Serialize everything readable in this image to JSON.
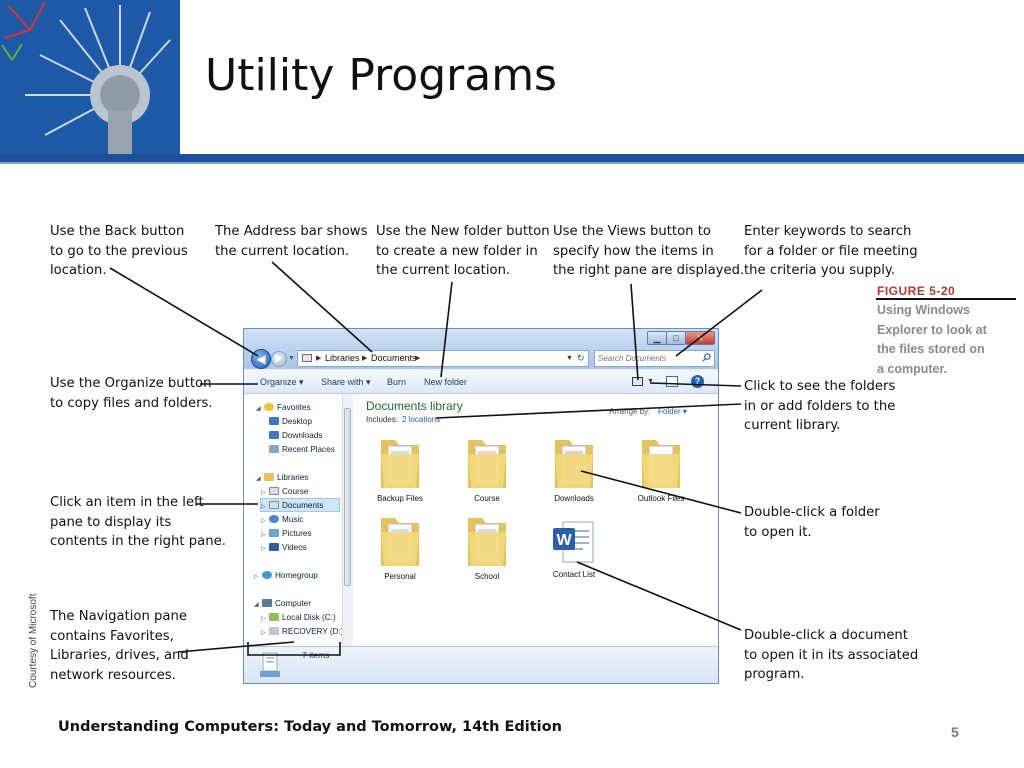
{
  "slide": {
    "title": "Utility Programs",
    "footer": "Understanding Computers: Today and Tomorrow, 14th Edition",
    "page_number": "5",
    "courtesy": "Courtesy of Microsoft"
  },
  "figure": {
    "label": "FIGURE 5-20",
    "caption": "Using Windows\nExplorer to look at\nthe files stored on\na computer."
  },
  "callouts": {
    "back": "Use the Back button\nto go to the previous\nlocation.",
    "address": "The Address bar shows\nthe current location.",
    "new_folder": "Use the New folder button\nto create a new folder in\nthe current location.",
    "views": "Use the Views button to\nspecify how the items in\nthe right pane are displayed.",
    "search": "Enter keywords to search\nfor a folder or file meeting\nthe criteria you supply.",
    "organize": "Use the Organize button\nto copy files and folders.",
    "library": "Click to see the folders\nin or add folders to the\ncurrent library.",
    "left_pane": "Click an item in the left\npane to display its\ncontents in the right pane.",
    "folder": "Double-click a folder\nto open it.",
    "nav_pane": "The Navigation pane\ncontains Favorites,\nLibraries, drives, and\nnetwork resources.",
    "document": "Double-click a document\nto open it in its associated\nprogram."
  },
  "explorer": {
    "address": {
      "segment_1": "Libraries",
      "segment_2": "Documents"
    },
    "search_placeholder": "Search Documents",
    "toolbar": {
      "organize": "Organize",
      "share_with": "Share with",
      "burn": "Burn",
      "new_folder": "New folder"
    },
    "nav": {
      "favorites": "Favorites",
      "desktop": "Desktop",
      "downloads": "Downloads",
      "recent_places": "Recent Places",
      "libraries": "Libraries",
      "course": "Course",
      "documents": "Documents",
      "music": "Music",
      "pictures": "Pictures",
      "videos": "Videos",
      "homegroup": "Homegroup",
      "computer": "Computer",
      "local_disk": "Local Disk (C:)",
      "recovery": "RECOVERY (D:)"
    },
    "library_title": "Documents library",
    "includes_label": "Includes:",
    "includes_link": "2 locations",
    "arrange_label": "Arrange by:",
    "arrange_value": "Folder",
    "items": [
      "Backup Files",
      "Course",
      "Downloads",
      "Outlook Files",
      "Personal",
      "School",
      "Contact List"
    ],
    "status": "7 items"
  },
  "colors": {
    "accent_blue": "#1f4f9a",
    "figure_label": "#b8362e",
    "library_title": "#1e6b2e",
    "link_blue": "#1d5fb8"
  }
}
